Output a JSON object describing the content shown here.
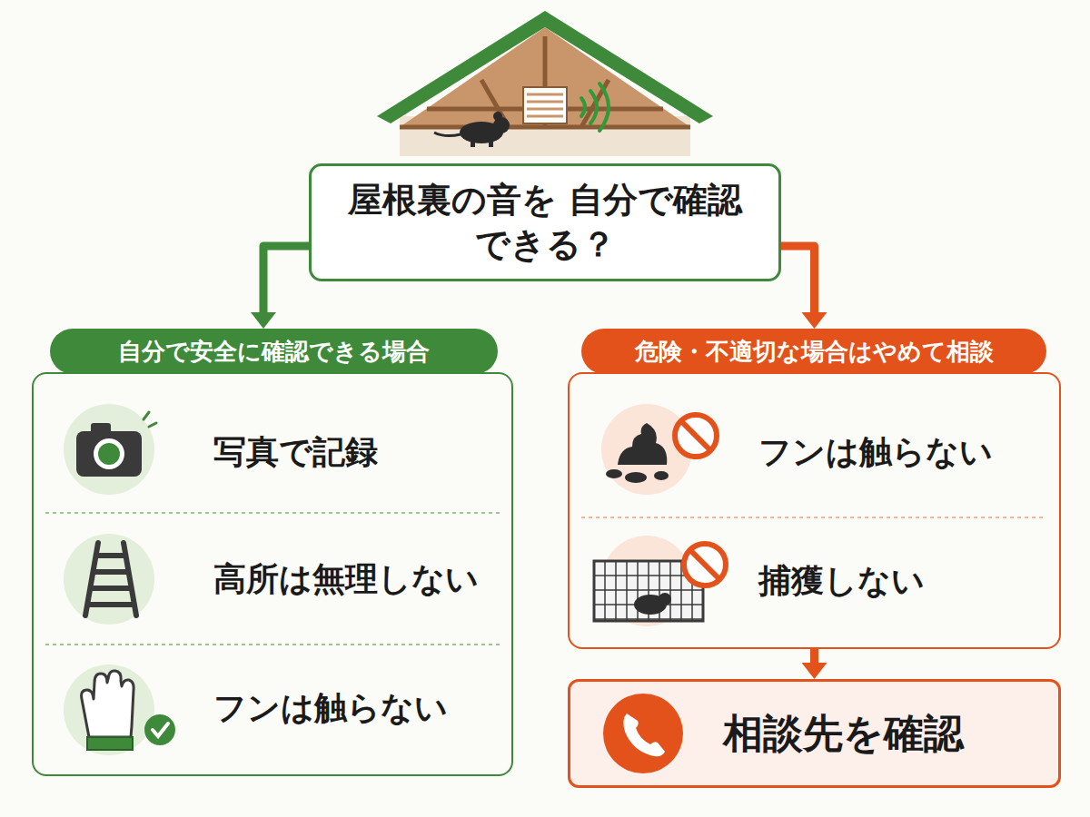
{
  "diagram": {
    "nodes": [
      {
        "text": [
          "屋根裏の音を 自分で確認できる？"
        ]
      },
      {
        "text": [
          "自分で安全に確認できる場合"
        ]
      },
      {
        "text": [
          "写真で記録"
        ],
        "in": 1
      },
      {
        "text": [
          "高所は無理しない"
        ],
        "in": 1
      },
      {
        "text": [
          "フンは触らない"
        ],
        "in": 1
      },
      {
        "text": [
          "危険・不適切な場合はやめて相談"
        ]
      },
      {
        "text": [
          "フンは触らない"
        ],
        "in": 5
      },
      {
        "text": [
          "捕獲しない"
        ],
        "in": 5
      },
      {
        "text": [
          "相談先を確認"
        ]
      }
    ],
    "edges": [
      {
        "from": 0,
        "to": 1,
        "arrow": "to"
      },
      {
        "from": 0,
        "to": 5,
        "arrow": "to"
      },
      {
        "from": 5,
        "to": 8,
        "arrow": "to"
      }
    ]
  }
}
